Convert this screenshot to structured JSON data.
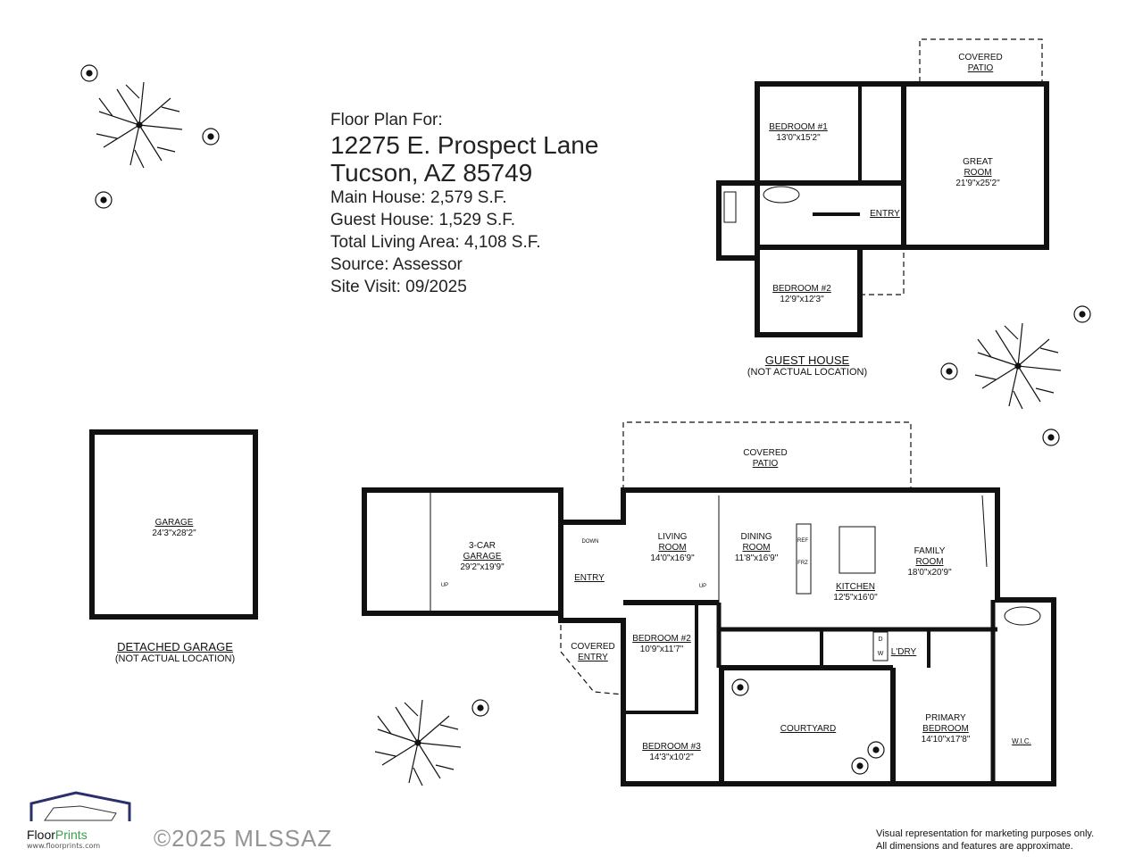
{
  "header": {
    "title": "Floor Plan For:",
    "address_line1": "12275 E. Prospect Lane",
    "address_line2": "Tucson, AZ  85749",
    "main_house": "Main House:  2,579 S.F.",
    "guest_house": "Guest House:  1,529 S.F.",
    "total": "Total Living Area:  4,108 S.F.",
    "source": "Source:  Assessor",
    "site_visit": "Site Visit:  09/2025"
  },
  "guest_house": {
    "caption": "GUEST HOUSE",
    "subcaption": "(NOT ACTUAL LOCATION)",
    "rooms": [
      {
        "name": "COVERED",
        "name2": "PATIO",
        "dims": ""
      },
      {
        "name": "BEDROOM #1",
        "dims": "13'0\"x15'2\""
      },
      {
        "name": "GREAT",
        "name2": "ROOM",
        "dims": "21'9\"x25'2\""
      },
      {
        "name": "ENTRY",
        "dims": ""
      },
      {
        "name": "BEDROOM #2",
        "dims": "12'9\"x12'3\""
      }
    ]
  },
  "detached_garage": {
    "caption": "DETACHED GARAGE",
    "subcaption": "(NOT ACTUAL LOCATION)",
    "room": {
      "name": "GARAGE",
      "dims": "24'3\"x28'2\""
    }
  },
  "main_house": {
    "rooms": [
      {
        "name": "COVERED",
        "name2": "PATIO",
        "dims": ""
      },
      {
        "name": "3-CAR",
        "name2": "GARAGE",
        "dims": "29'2\"x19'9\""
      },
      {
        "name": "ENTRY",
        "dims": ""
      },
      {
        "name": "LIVING",
        "name2": "ROOM",
        "dims": "14'0\"x16'9\""
      },
      {
        "name": "DINING",
        "name2": "ROOM",
        "dims": "11'8\"x16'9\""
      },
      {
        "name": "KITCHEN",
        "dims": "12'5\"x16'0\""
      },
      {
        "name": "FAMILY",
        "name2": "ROOM",
        "dims": "18'0\"x20'9\""
      },
      {
        "name": "COVERED",
        "name2": "ENTRY",
        "dims": ""
      },
      {
        "name": "BEDROOM #2",
        "dims": "10'9\"x11'7\""
      },
      {
        "name": "BEDROOM #3",
        "dims": "14'3\"x10'2\""
      },
      {
        "name": "COURTYARD",
        "dims": ""
      },
      {
        "name": "L'DRY",
        "dims": ""
      },
      {
        "name": "PRIMARY",
        "name2": "BEDROOM",
        "dims": "14'10\"x17'8\""
      },
      {
        "name": "W.I.C.",
        "dims": ""
      }
    ],
    "annotations": {
      "up1": "UP",
      "up2": "UP",
      "down": "DOWN",
      "ref": "REF",
      "frz": "FRZ",
      "dryer": "D",
      "washer": "W"
    }
  },
  "logo": {
    "brand1": "Floor",
    "brand2": "Prints",
    "url": "www.floorprints.com"
  },
  "watermark": "©2025 MLSSAZ",
  "disclaimer": {
    "line1": "Visual representation for marketing purposes only.",
    "line2": "All dimensions and features are approximate."
  },
  "colors": {
    "wall": "#111111",
    "brand_green": "#3aa04a",
    "brand_navy": "#2a2f6e"
  }
}
